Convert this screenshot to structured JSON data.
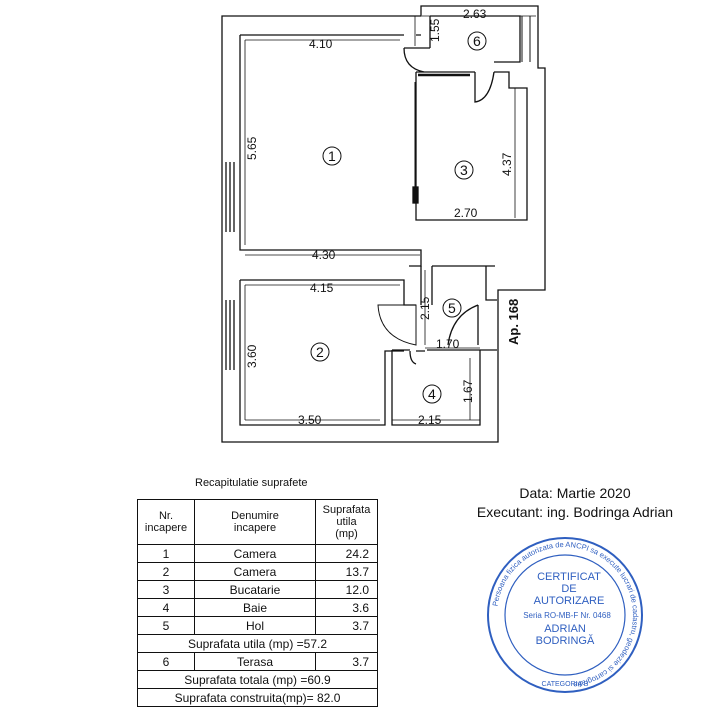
{
  "plan": {
    "apartment_label": "Ap. 168",
    "rooms": [
      {
        "number": "1"
      },
      {
        "number": "2"
      },
      {
        "number": "3"
      },
      {
        "number": "4"
      },
      {
        "number": "5"
      },
      {
        "number": "6"
      }
    ],
    "dimensions": {
      "terrace_width": "2.63",
      "terrace_depth": "1.55",
      "room1_width": "4.10",
      "room1_height": "5.65",
      "room1_bottom": "4.30",
      "room3_height": "4.37",
      "room3_width": "2.70",
      "room2_width_top": "4.15",
      "hall_height": "2.15",
      "room2_height": "3.60",
      "room2_bottom": "3.50",
      "bath_top": "1.70",
      "bath_height": "1.67",
      "bath_bottom": "2.15"
    }
  },
  "recap": {
    "title": "Recapitulatie suprafete",
    "headers": {
      "nr": [
        "Nr.",
        "incapere"
      ],
      "name": [
        "Denumire",
        "incapere"
      ],
      "area": [
        "Suprafata",
        "utila",
        "(mp)"
      ]
    },
    "rows": [
      {
        "nr": "1",
        "name": "Camera",
        "area": "24.2"
      },
      {
        "nr": "2",
        "name": "Camera",
        "area": "13.7"
      },
      {
        "nr": "3",
        "name": "Bucatarie",
        "area": "12.0"
      },
      {
        "nr": "4",
        "name": "Baie",
        "area": "3.6"
      },
      {
        "nr": "5",
        "name": "Hol",
        "area": "3.7"
      }
    ],
    "useful_total": "Suprafata utila (mp) =57.2",
    "terrace_row": {
      "nr": "6",
      "name": "Terasa",
      "area": "3.7"
    },
    "total": "Suprafata totala (mp) =60.9",
    "built": "Suprafata construita(mp)= 82.0"
  },
  "info": {
    "date": "Data: Martie 2020",
    "author": "Executant: ing. Bodringa  Adrian"
  },
  "stamp": {
    "outer_text": "Persoana fizica autorizata de ANCPI sa execute lucrari de cadastru, geodezie si cartografie",
    "line1": "CERTIFICAT",
    "line2": "DE",
    "line3": "AUTORIZARE",
    "series": "Seria RO-MB-F  Nr. 0468",
    "name1": "ADRIAN",
    "name2": "BODRINGĂ",
    "category": "CATEGORIA B",
    "color": "#2f5fc0"
  }
}
